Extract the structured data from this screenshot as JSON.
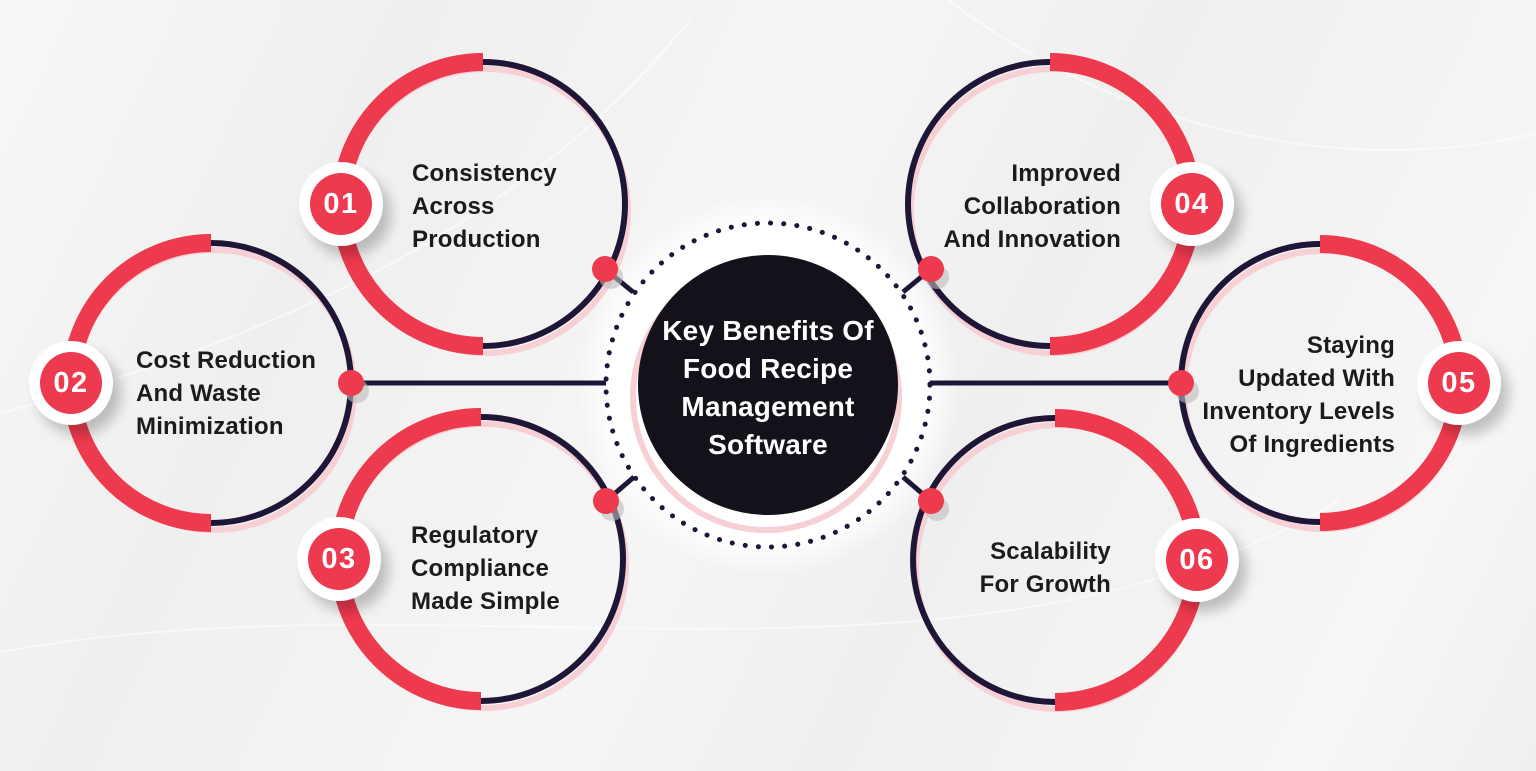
{
  "title": {
    "text": "Key Benefits Of\nFood Recipe\nManagement\nSoftware"
  },
  "items": [
    {
      "number": "01",
      "label": "Consistency\nAcross\nProduction"
    },
    {
      "number": "02",
      "label": "Cost Reduction\nAnd Waste\nMinimization"
    },
    {
      "number": "03",
      "label": "Regulatory\nCompliance\nMade Simple"
    },
    {
      "number": "04",
      "label": "Improved\nCollaboration\nAnd Innovation"
    },
    {
      "number": "05",
      "label": "Staying\nUpdated With\nInventory Levels\nOf Ingredients"
    },
    {
      "number": "06",
      "label": "Scalability\nFor Growth"
    }
  ],
  "colors": {
    "accent_red": "#EE3A4E",
    "dark_navy": "#1E1537",
    "center_circle_fill": "#15111B",
    "pink_shadow": "#F6D0D5",
    "background": "#EFEFEF",
    "label_text": "#1B1B1B",
    "badge_number_text": "#FFFFFF",
    "center_title_text": "#FFFFFF"
  }
}
